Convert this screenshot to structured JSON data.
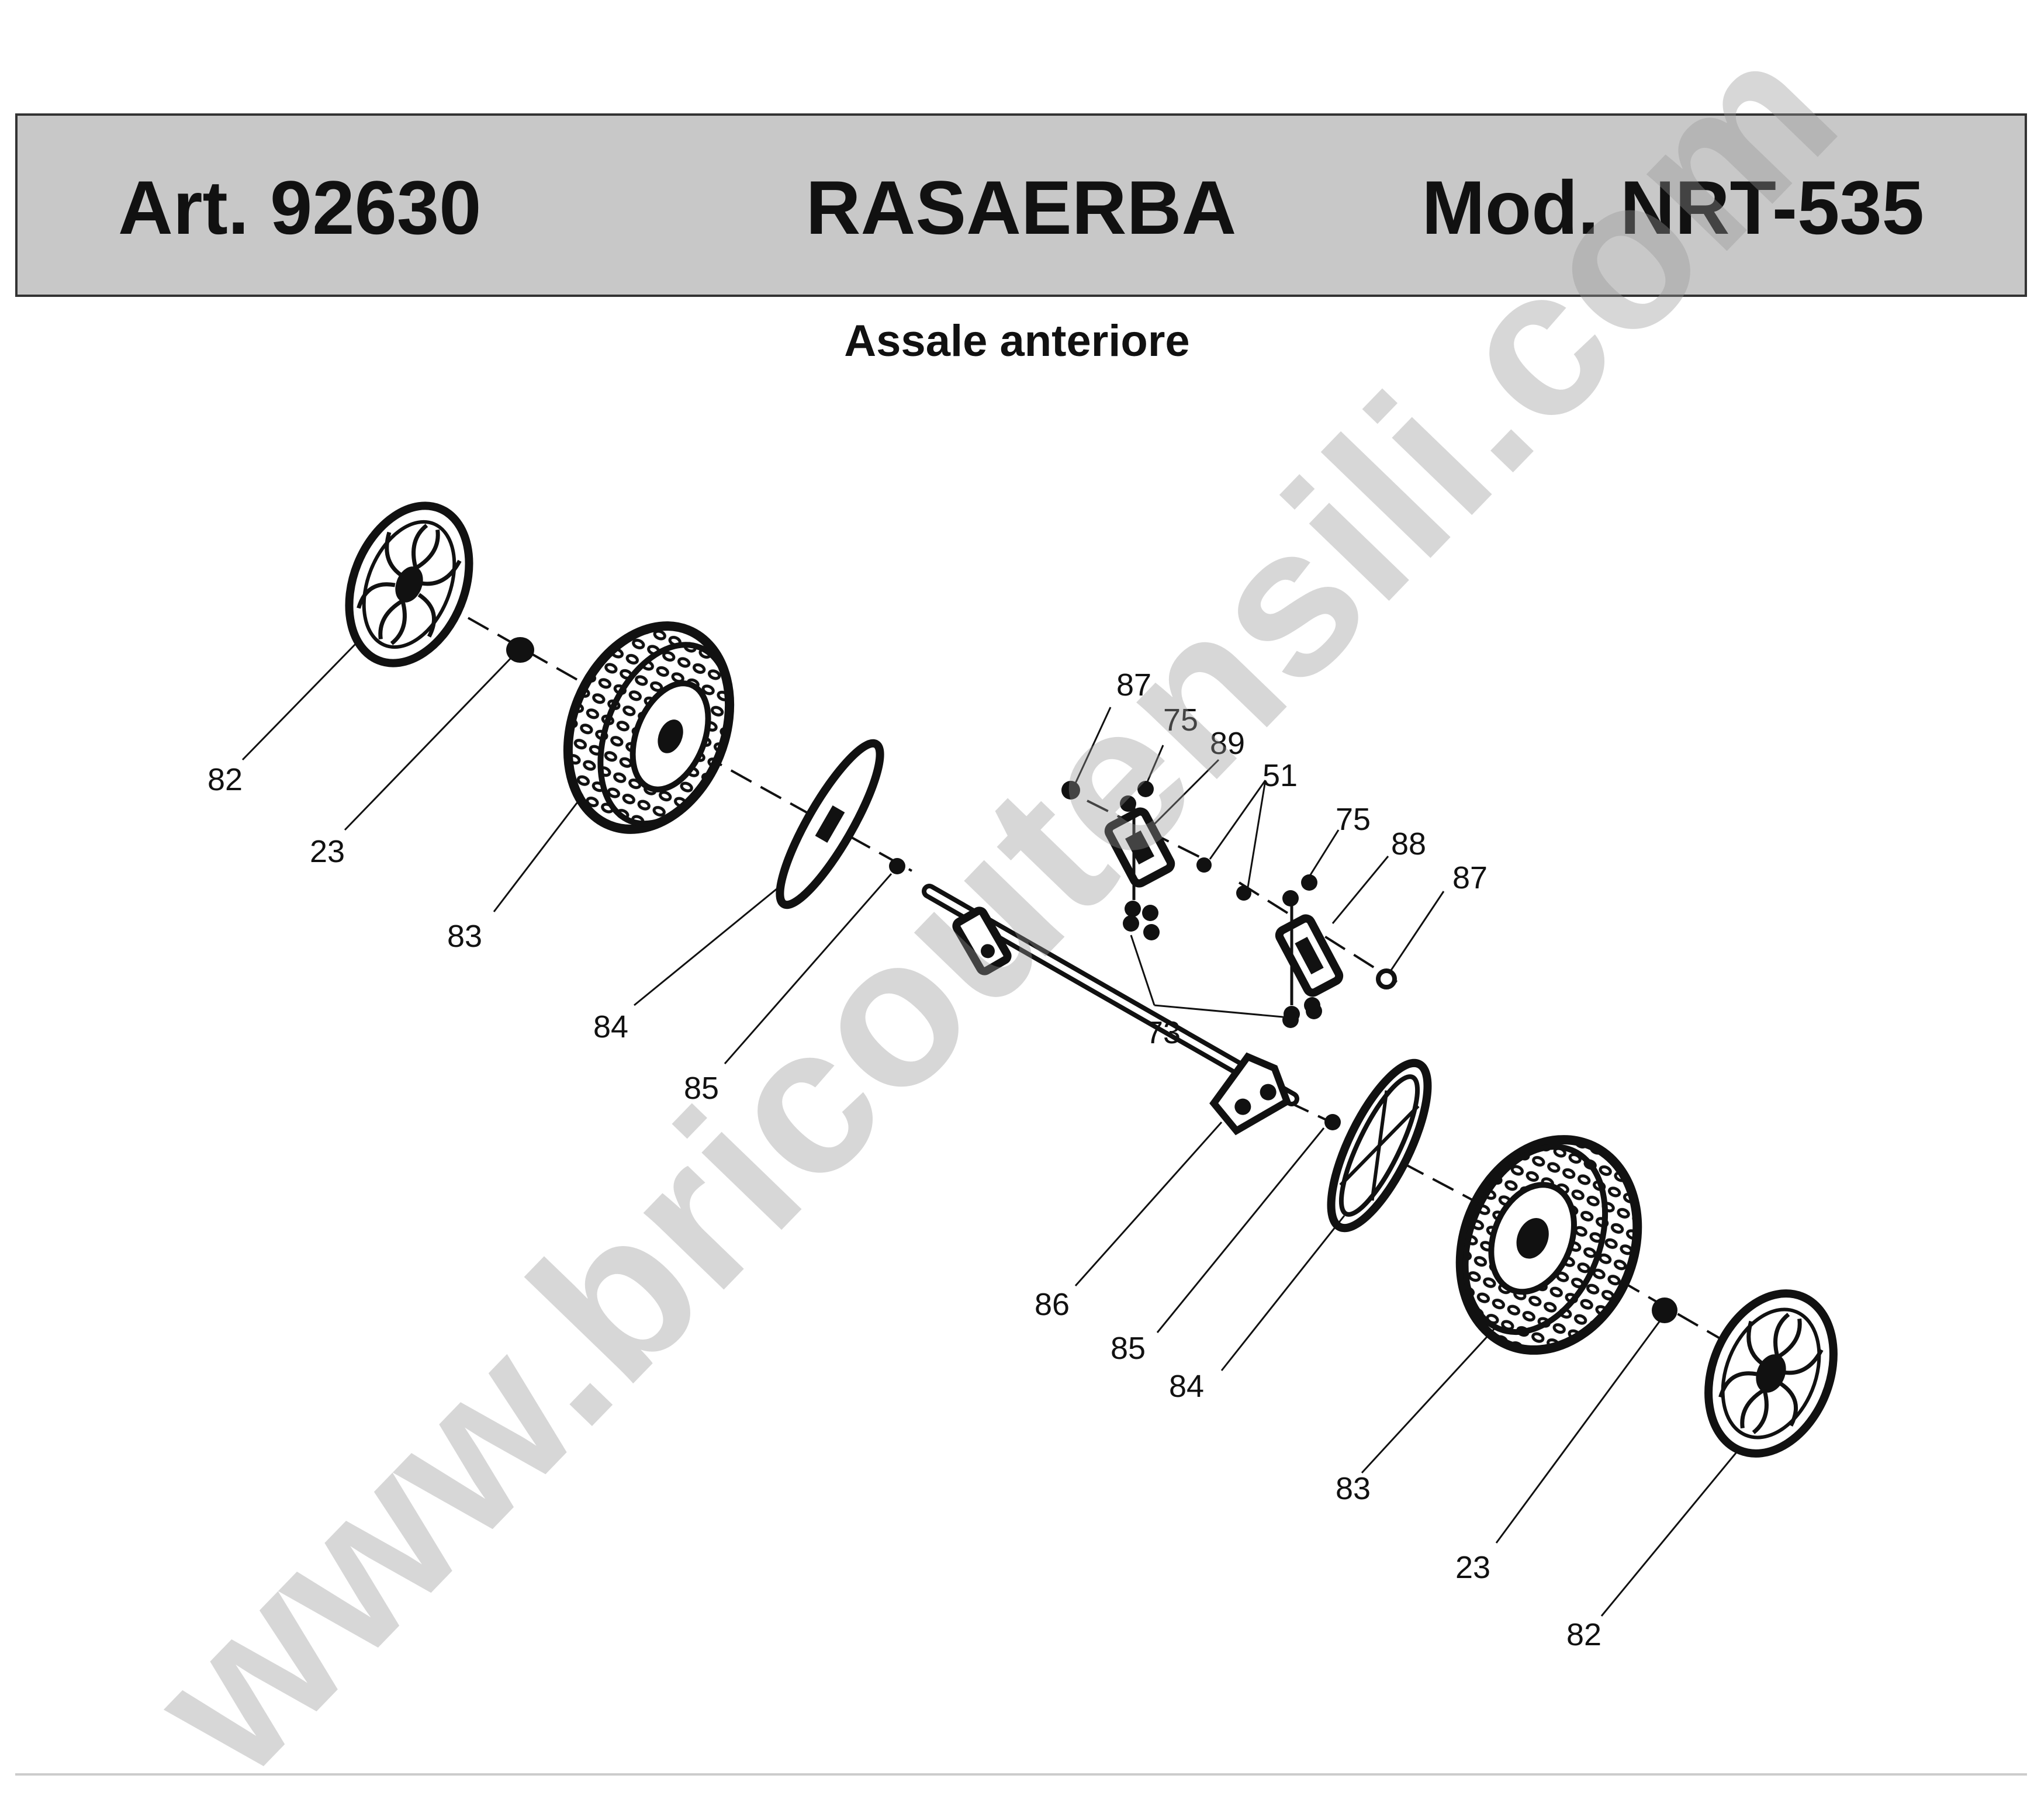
{
  "header": {
    "article": "Art. 92630",
    "title": "RASAERBA",
    "model": "Mod. NRT-535"
  },
  "subtitle": "Assale anteriore",
  "watermark": "www.bricoutensili.com",
  "colors": {
    "header_band": "#c8c8c8",
    "line": "#111111",
    "watermark": "#969696"
  },
  "callouts": [
    {
      "id": "82"
    },
    {
      "id": "23"
    },
    {
      "id": "83"
    },
    {
      "id": "84"
    },
    {
      "id": "85"
    },
    {
      "id": "87"
    },
    {
      "id": "75"
    },
    {
      "id": "89"
    },
    {
      "id": "51"
    },
    {
      "id": "75"
    },
    {
      "id": "88"
    },
    {
      "id": "87"
    },
    {
      "id": "73"
    },
    {
      "id": "86"
    },
    {
      "id": "85"
    },
    {
      "id": "84"
    },
    {
      "id": "83"
    },
    {
      "id": "23"
    },
    {
      "id": "82"
    }
  ]
}
